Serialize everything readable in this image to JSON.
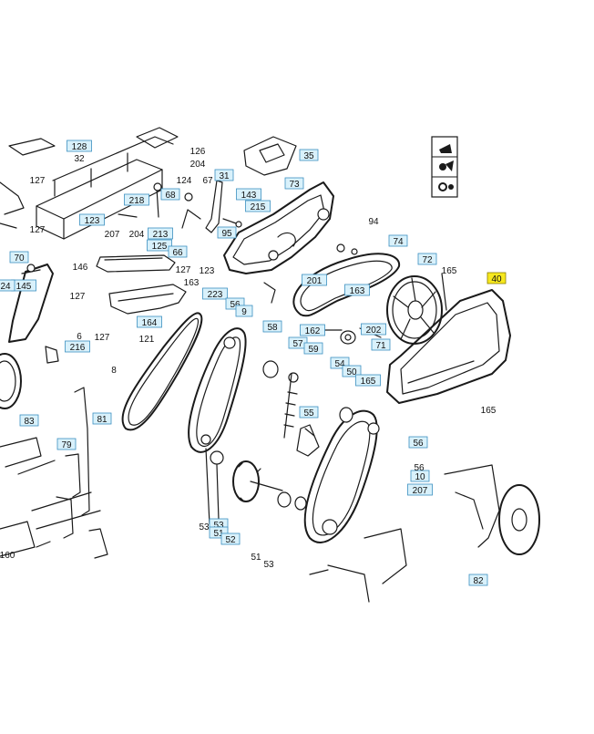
{
  "diagram": {
    "highlight_color": "#f7e81e",
    "tag_color": "#d9f1fb",
    "tag_border": "#3a8fc0",
    "icons": [
      "drill-hazard-icon",
      "hand-entanglement-icon",
      "gear-hazard-icon"
    ],
    "boxed_labels": [
      "128",
      "35",
      "31",
      "73",
      "68",
      "143",
      "215",
      "218",
      "123",
      "213",
      "125",
      "66",
      "95",
      "74",
      "72",
      "70",
      "145",
      "24",
      "223",
      "56",
      "9",
      "201",
      "163",
      "164",
      "216",
      "58",
      "57",
      "59",
      "202",
      "162",
      "71",
      "54",
      "50",
      "165",
      "55",
      "83",
      "81",
      "79",
      "56",
      "10",
      "207",
      "53",
      "51",
      "52",
      "82",
      "40"
    ],
    "plain_labels": [
      "32",
      "126",
      "204",
      "127",
      "124",
      "67",
      "94",
      "165",
      "127",
      "207",
      "204",
      "146",
      "127",
      "123",
      "163",
      "127",
      "6",
      "121",
      "127",
      "8",
      "165",
      "56",
      "53",
      "51",
      "53",
      "160"
    ],
    "highlight_label": "40"
  }
}
